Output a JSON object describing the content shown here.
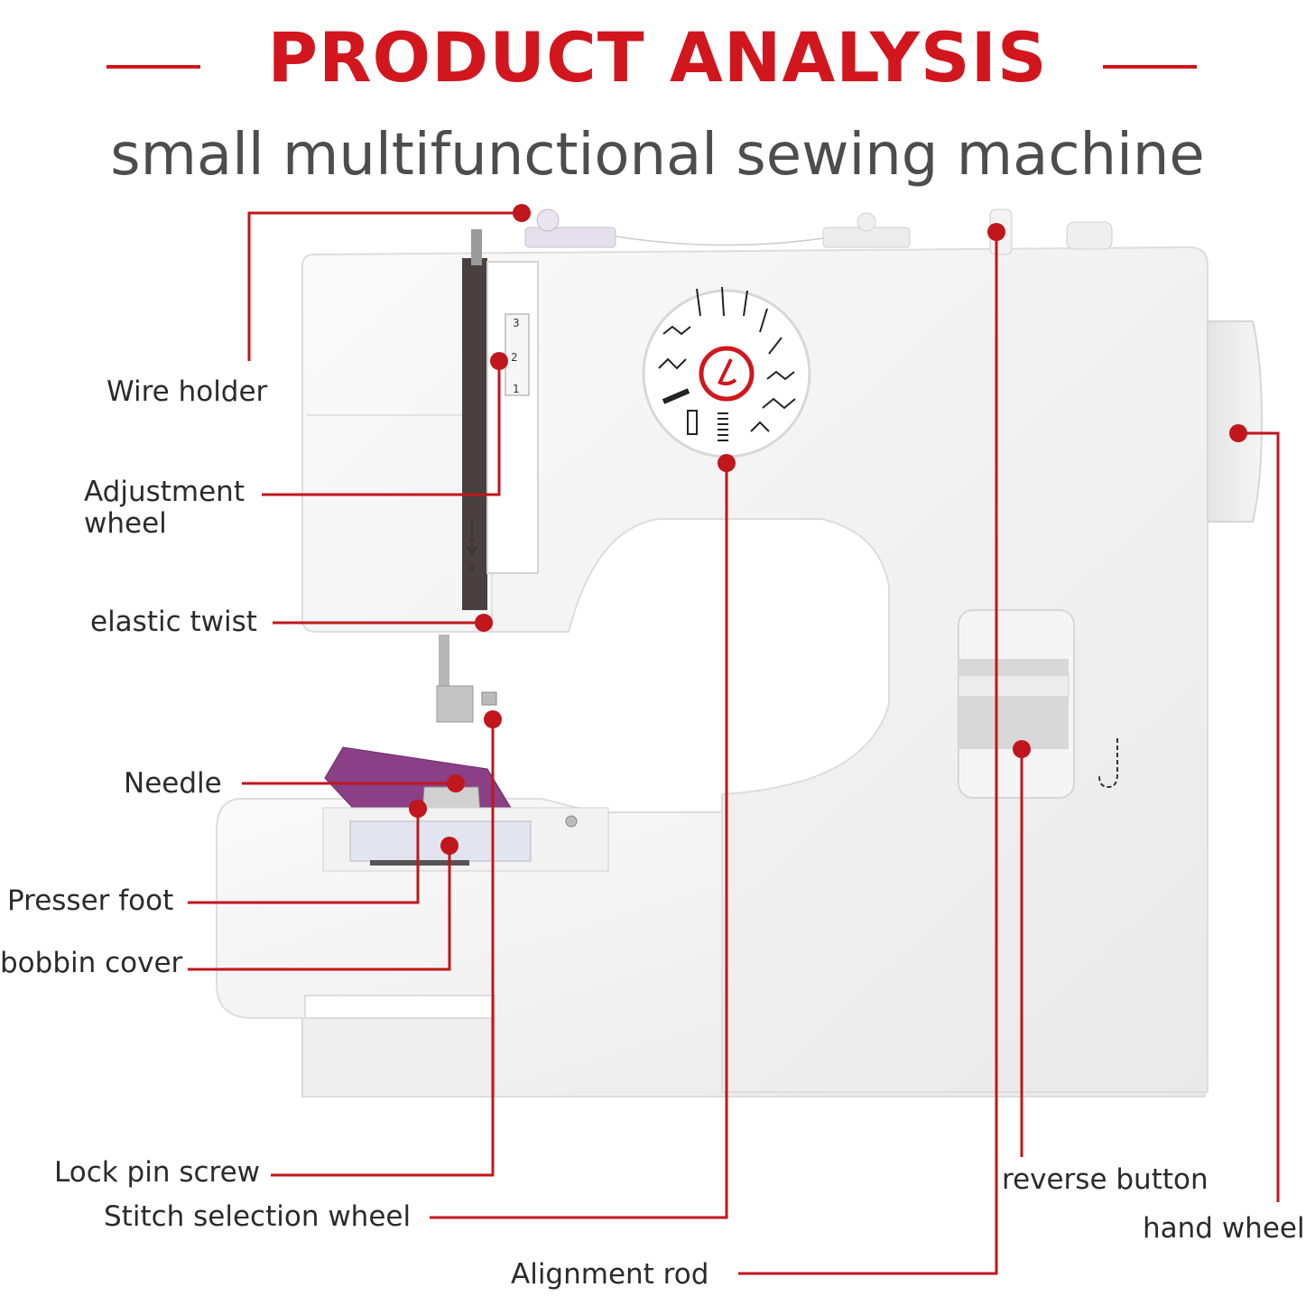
{
  "header": {
    "title": "PRODUCT ANALYSIS",
    "subtitle": "small multifunctional sewing machine"
  },
  "colors": {
    "accent": "#d1161e",
    "text": "#2b2b2b",
    "machine_body": "#f2f2f2"
  },
  "machine": {
    "dial_marks": [
      "3",
      "2",
      "1"
    ],
    "needle_marker": "4"
  },
  "callouts": {
    "wire_holder": "Wire holder",
    "adjustment_wheel_1": "Adjustment",
    "adjustment_wheel_2": "wheel",
    "elastic_twist": "elastic twist",
    "needle": "Needle",
    "presser_foot": "Presser foot",
    "bobbin_cover": "bobbin cover",
    "lock_pin_screw": "Lock pin screw",
    "stitch_selection_wheel": "Stitch selection wheel",
    "alignment_rod": "Alignment rod",
    "reverse_button": "reverse button",
    "hand_wheel": "hand wheel"
  }
}
